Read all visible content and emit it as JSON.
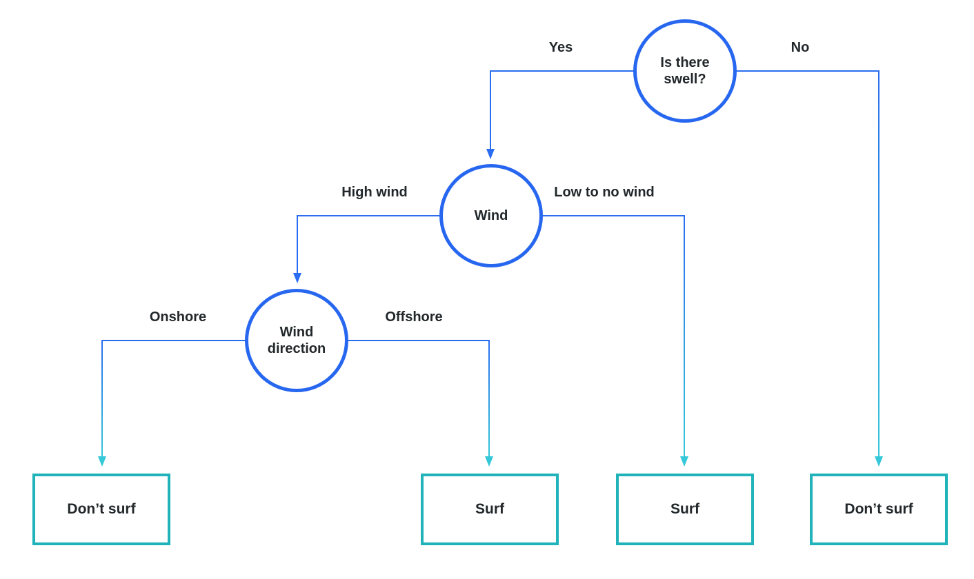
{
  "diagram": {
    "type": "decision-tree",
    "topic": "surf decision flowchart"
  },
  "colors": {
    "line_blue": "#2a6df0",
    "node_border_blue": "#2767f0",
    "outcome_border_teal": "#20b4ba",
    "arrow_cyan": "#35c8d8",
    "text": "#21272a",
    "background": "#ffffff"
  },
  "nodes": [
    {
      "id": "swell",
      "label": "Is there swell?"
    },
    {
      "id": "wind",
      "label": "Wind"
    },
    {
      "id": "wind_direction",
      "label": "Wind direction"
    }
  ],
  "edges": [
    {
      "from": "swell",
      "to": "wind",
      "label": "Yes"
    },
    {
      "from": "swell",
      "to": "outcome_4",
      "label": "No"
    },
    {
      "from": "wind",
      "to": "wind_direction",
      "label": "High wind"
    },
    {
      "from": "wind",
      "to": "outcome_3",
      "label": "Low to no wind"
    },
    {
      "from": "wind_direction",
      "to": "outcome_1",
      "label": "Onshore"
    },
    {
      "from": "wind_direction",
      "to": "outcome_2",
      "label": "Offshore"
    }
  ],
  "outcomes": [
    {
      "id": "outcome_1",
      "label": "Don’t surf"
    },
    {
      "id": "outcome_2",
      "label": "Surf"
    },
    {
      "id": "outcome_3",
      "label": "Surf"
    },
    {
      "id": "outcome_4",
      "label": "Don’t surf"
    }
  ]
}
